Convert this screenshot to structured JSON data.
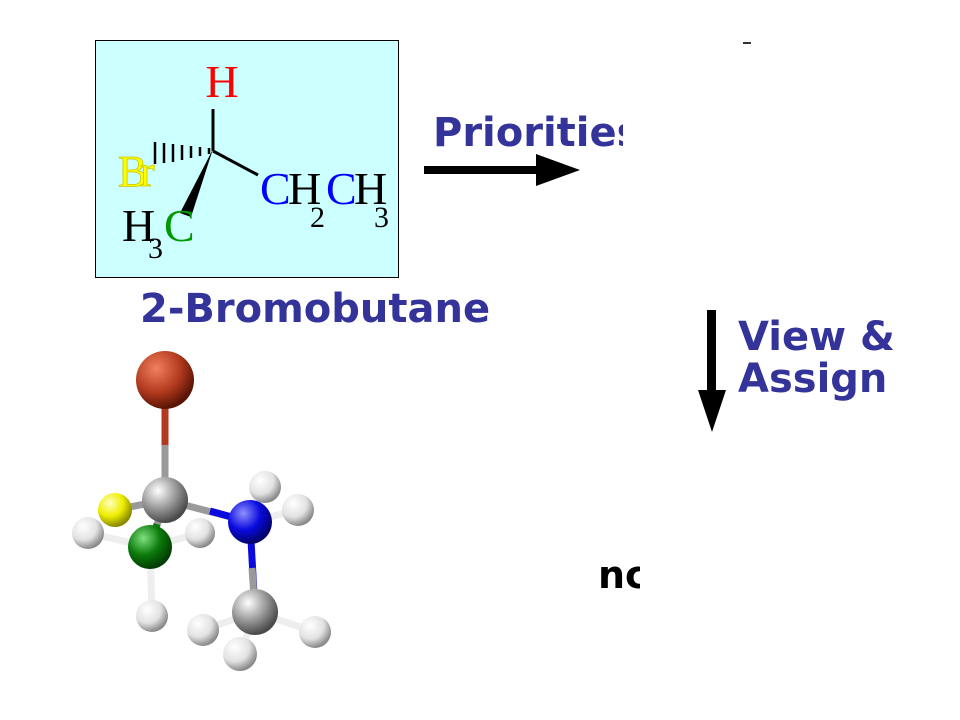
{
  "colors": {
    "box_bg": "#ccffff",
    "label_blue": "#333399",
    "hydrogen_red": "#ff0000",
    "bromine_yellow": "#ffff00",
    "methyl_green": "#009900",
    "ethyl_blue": "#0000ff",
    "atom_br": "#b23a1e",
    "atom_c": "#999999",
    "atom_h": "#eeeeee",
    "atom_green": "#0b7a0b",
    "atom_blue": "#0a0adf",
    "atom_yellow": "#eeee00"
  },
  "structure": {
    "h_top": "H",
    "br_b": "B",
    "br_r": "r",
    "ch2_c": "C",
    "ch2_h": "H",
    "ch2_sub": "2",
    "ch3_c": "C",
    "ch3_h": "H",
    "ch3_sub": "3",
    "h3c_h": "H",
    "h3c_sub": "3",
    "h3c_c": "C"
  },
  "labels": {
    "priorities": "Priorities",
    "compound_name": "2-Bromobutane",
    "view_assign_line1": "View &",
    "view_assign_line2": "Assign",
    "partial_text": "nc"
  },
  "icons": {
    "right_arrow": "arrow-right-icon",
    "down_arrow": "arrow-down-icon"
  }
}
